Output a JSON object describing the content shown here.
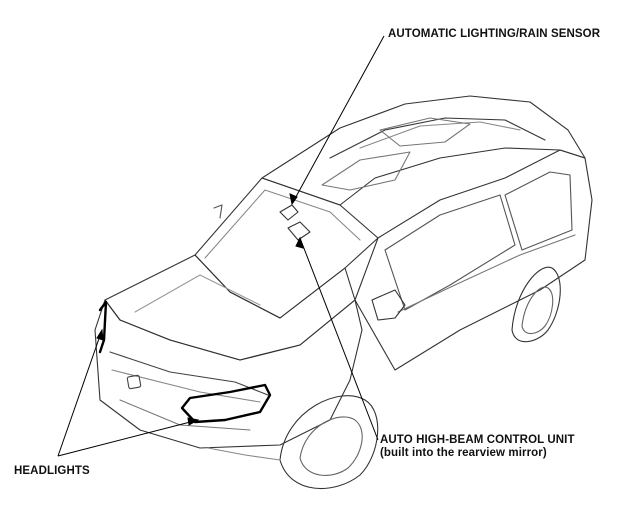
{
  "labels": {
    "sensor": "AUTOMATIC LIGHTING/RAIN SENSOR",
    "control_unit": "AUTO HIGH-BEAM CONTROL UNIT",
    "control_unit_note": "(built into the rearview mirror)",
    "headlights": "HEADLIGHTS"
  }
}
